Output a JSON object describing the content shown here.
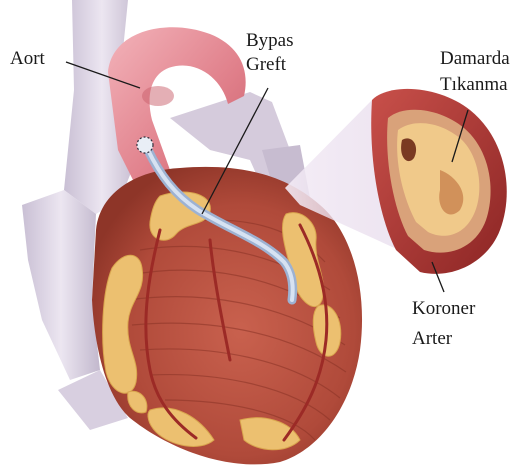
{
  "labels": {
    "aort": "Aort",
    "bypas_line1": "Bypas",
    "bypas_line2": "Greft",
    "damarda_line1": "Damarda",
    "damarda_line2": "Tıkanma",
    "koroner_line1": "Koroner",
    "koroner_line2": "Arter"
  },
  "colors": {
    "aorta": "#e98f98",
    "vessels": "#d9d2e2",
    "muscle": "#b84e3e",
    "fat": "#ecc070",
    "graft": "#b9cbe4",
    "artery_wall": "#a5302d",
    "plaque": "#f0c98a"
  }
}
